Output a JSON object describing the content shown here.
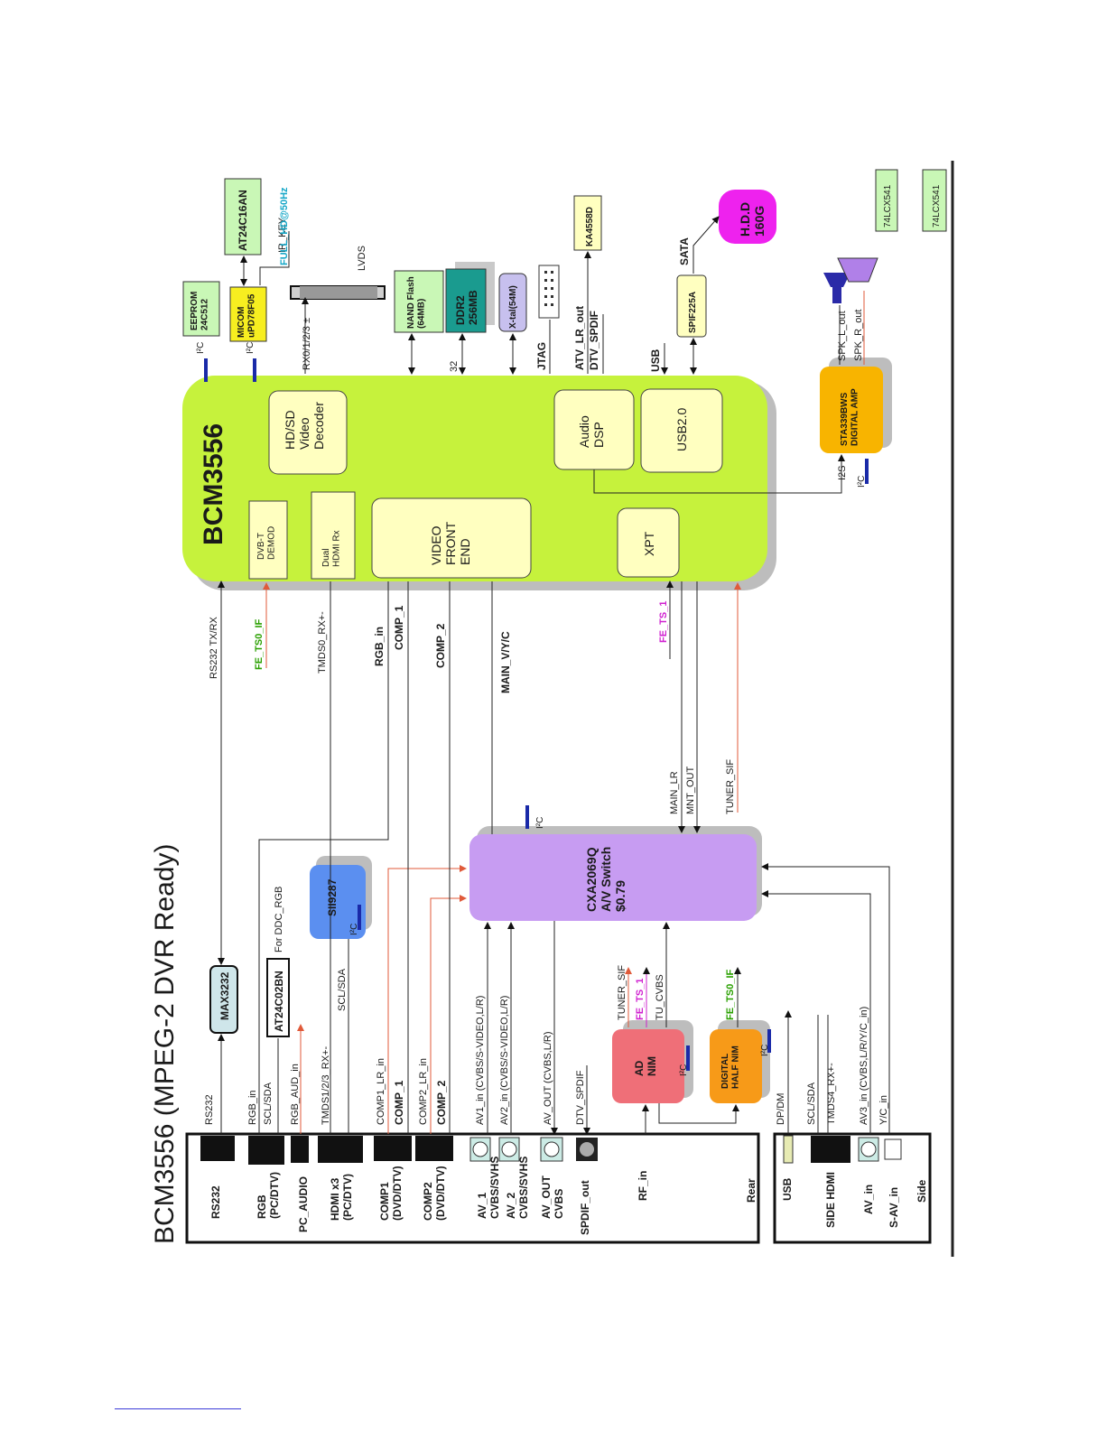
{
  "title": "BCM3556 (MPEG-2 DVR Ready)",
  "colors": {
    "bcm_green": "#c6f23c",
    "light_yellow": "#ffffc0",
    "av_switch": "#c79cf2",
    "sii_blue": "#5b8ff0",
    "ad_nim": "#ef6f78",
    "digital_nim": "#f79a18",
    "amp": "#f8b400",
    "hdd": "#ee22ee",
    "green_chip": "#c9f7b6",
    "yellow_chip": "#f7ee20",
    "teal_chip": "#1a9b8f",
    "lilac_chip": "#c7c0ee",
    "rf_red": "#e05a3a",
    "green_text": "#2aa000",
    "magenta_text": "#d020d0",
    "cyan_text": "#18a8c8",
    "i2c_blue": "#1a2aa8"
  },
  "panels": {
    "rear": "Rear",
    "side": "Side"
  },
  "connectors": {
    "rs232": "RS232",
    "rgb": "RGB\n(PC/DTV)",
    "pc_audio": "PC_AUDIO",
    "hdmi": "HDMI x3\n(PC/DTV)",
    "comp1": "COMP1\n(DVD/DTV)",
    "comp2": "COMP2\n(DVD/DTV)",
    "av1": "AV_1\nCVBS/SVHS",
    "av2": "AV_2\nCVBS/SVHS",
    "av_out": "AV_OUT\nCVBS",
    "spdif_out": "SPDIF_out",
    "rf_in": "RF_in",
    "usb": "USB",
    "side_hdmi": "SIDE HDMI",
    "av_in": "AV_in",
    "s_av_in": "S-AV_in"
  },
  "chips": {
    "bcm": "BCM3556",
    "dvbt": "DVB-T\nDEMOD",
    "dual_hdmi": "Dual\nHDMI Rx",
    "vfe": "VIDEO\nFRONT\nEND",
    "xpt": "XPT",
    "video_decoder": "HD/SD\nVideo\nDecoder",
    "audio_dsp": "Audio\nDSP",
    "usb20": "USB2.0",
    "max3232": "MAX3232",
    "at24c02": "AT24C02BN",
    "sii": "SII9287",
    "avswitch": "CXA2069Q\nA/V Switch\n$0.79",
    "ad_nim": "AD\nNIM",
    "digital_nim": "DIGITAL\nHALF NIM",
    "eeprom": "EEPROM\n24C512",
    "micom": "MICOM\nuPD78F05",
    "at24c16": "AT24C16AN",
    "nand": "NAND Flash\n(64MB)",
    "ddr": "DDR2\n256MB",
    "xtal": "X-tal(54M)",
    "ka4558": "KA4558D",
    "sp1f": "SPIF225A",
    "hdd": "H.D.D\n160G",
    "amp": "STA339BWS\nDIGITAL AMP",
    "ic74a": "74LCX541",
    "ic74b": "74LCX541"
  },
  "signals": {
    "rs232": "RS232",
    "rgb_in": "RGB_in",
    "scl_sda": "SCL/SDA",
    "rgb_aud_in": "RGB_AUD_in",
    "for_ddc": "For DDC_RGB",
    "tmds123": "TMDS1/2/3_RX+-",
    "scl_sda2": "SCL/SDA",
    "comp1_lr": "COMP1_LR_in",
    "comp_1": "COMP_1",
    "comp2_lr": "COMP2_LR_in",
    "comp_2": "COMP_2",
    "av1_in": "AV1_in (CVBS/S-VIDEO,L/R)",
    "av2_in": "AV2_in (CVBS/S-VIDEO,L/R)",
    "av_out": "AV_OUT (CVBS,L/R)",
    "dtv_spdif": "DTV_SPDIF",
    "tuner_sif": "TUNER_SIF",
    "fe_ts1": "FE_TS_1",
    "tu_cvbs": "TU_CVBS",
    "fe_ts0_if": "FE_TS0_IF",
    "dp_dm": "DP/DM",
    "scl_sda3": "SCL/SDA",
    "tmds4": "TMDS4_RX+-",
    "av3_in": "AV3_in (CVBS,L/R/Y/C_in)",
    "yc_in": "Y/C_in",
    "rs232_txrx": "RS232 TX/RX",
    "fe_ts0_if_top": "FE_TS0_IF",
    "tmds0": "TMDS0_RX+-",
    "rgb_in_top": "RGB_in",
    "comp_1_top": "COMP_1",
    "comp_2_top": "COMP_2",
    "main_vyc": "MAIN_V/Y/C",
    "fe_ts1_top": "FE_TS_1",
    "main_lr": "MAIN_LR",
    "mnt_out": "MNT_OUT",
    "tuner_sif_top": "TUNER_SIF",
    "i2c": "I²C",
    "ir_key": "IR_KEY",
    "full_hd": "FULL_HD@50Hz",
    "lvds": "LVDS",
    "rx": "RX0/1/2/3 ±",
    "bus32": "32",
    "jtag": "JTAG",
    "atv_lr": "ATV_LR_out",
    "dtv_spdif2": "DTV_SPDIF",
    "usb": "USB",
    "sata": "SATA",
    "spk_l": "SPK_L_out",
    "spk_r": "SPK_R_out",
    "i2s": "I2S"
  }
}
